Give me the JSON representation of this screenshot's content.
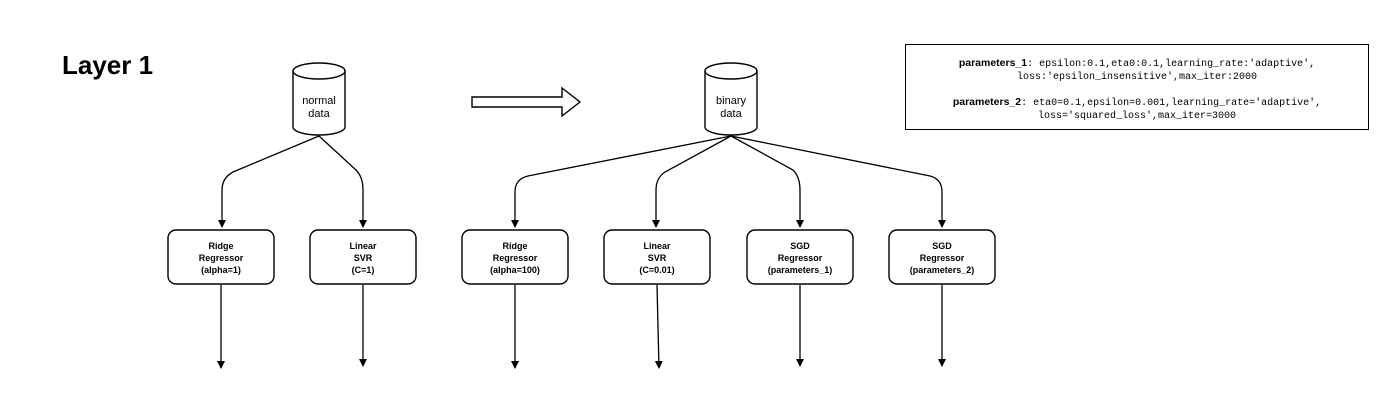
{
  "layer_title": "Layer 1",
  "databases": [
    {
      "id": "normal",
      "lines": [
        "normal",
        "data"
      ]
    },
    {
      "id": "binary",
      "lines": [
        "binary",
        "data"
      ]
    }
  ],
  "models": [
    {
      "source": "normal",
      "lines": [
        "Ridge",
        "Regressor",
        "(alpha=1)"
      ]
    },
    {
      "source": "normal",
      "lines": [
        "Linear",
        "SVR",
        "(C=1)"
      ]
    },
    {
      "source": "binary",
      "lines": [
        "Ridge",
        "Regressor",
        "(alpha=100)"
      ]
    },
    {
      "source": "binary",
      "lines": [
        "Linear",
        "SVR",
        "(C=0.01)"
      ]
    },
    {
      "source": "binary",
      "lines": [
        "SGD",
        "Regressor",
        "(parameters_1)"
      ]
    },
    {
      "source": "binary",
      "lines": [
        "SGD",
        "Regressor",
        "(parameters_2)"
      ]
    }
  ],
  "parameters": [
    {
      "name": "parameters_1",
      "line1": ": epsilon:0.1,eta0:0.1,learning_rate:'adaptive',",
      "line2": "loss:'epsilon_insensitive',max_iter:2000"
    },
    {
      "name": "parameters_2",
      "line1": ": eta0=0.1,epsilon=0.001,learning_rate='adaptive',",
      "line2": "loss='squared_loss',max_iter=3000"
    }
  ]
}
